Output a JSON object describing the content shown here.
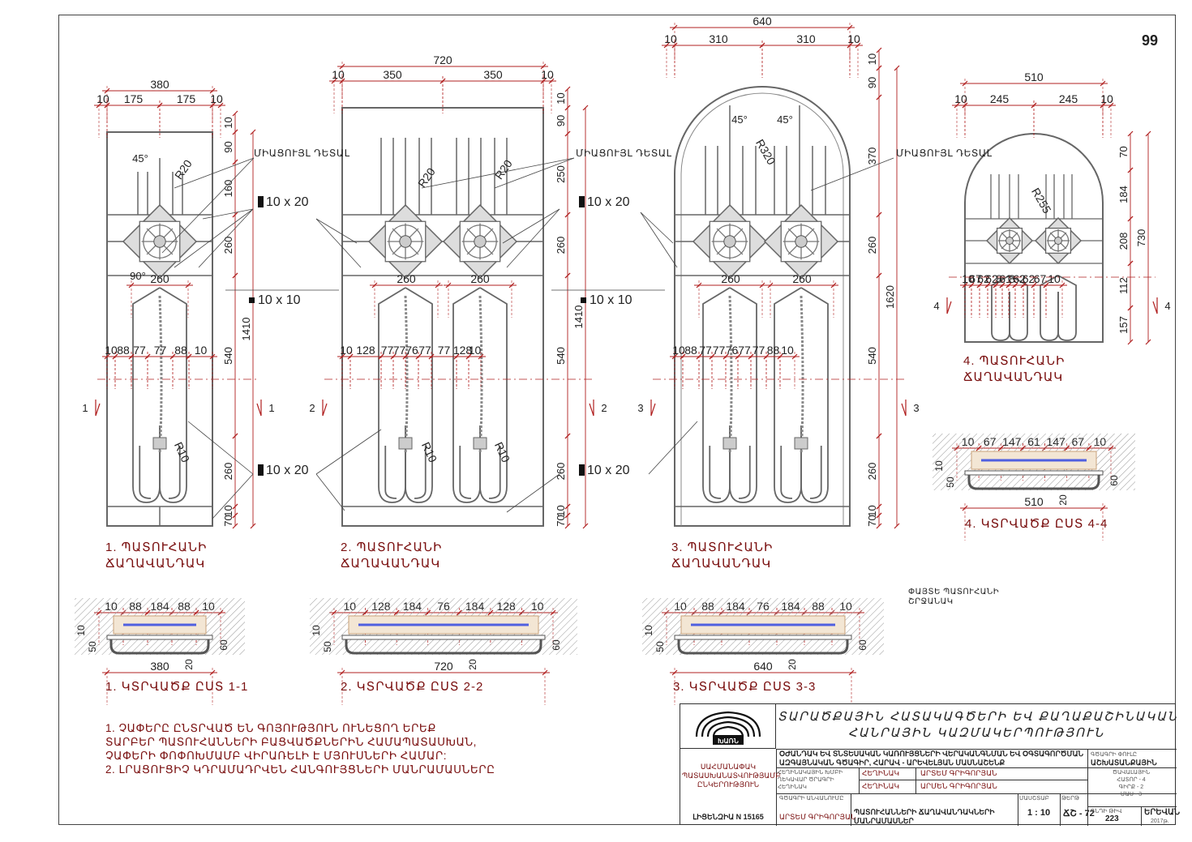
{
  "sheet_number": "99",
  "labels": {
    "mid_detail": "ՄԻԱՑՈՒՅԼ ԴԵՏԱԼ",
    "section_20": "10 x 20",
    "section_10": "10 x 10",
    "glass_note": "ՓԱՅՏԵ ՊԱՏՈՒՀԱՆԻ\nՇՐՋԱՆԱԿ"
  },
  "grilles": [
    {
      "caption": "1. ՊԱՏՈՒՀԱՆԻ\nՃԱՂԱՎԱՆԴԱԿ",
      "section_caption": "1. ԿՏՐՎԱԾՔ ԸՍՏ 1-1",
      "overall": "380",
      "halves": [
        "175",
        "175"
      ],
      "ends": [
        "10",
        "10",
        "10"
      ],
      "height": "1410",
      "bottom_dims": [
        "10",
        "88",
        "77",
        "77",
        "88",
        "10"
      ],
      "sect_dims": [
        "10",
        "88",
        "184",
        "88",
        "10"
      ],
      "sect_width": "380",
      "radius": "R20",
      "rod_radius": "R10",
      "cut": "1"
    },
    {
      "caption": "2. ՊԱՏՈՒՀԱՆԻ\nՃԱՂԱՎԱՆԴԱԿ",
      "section_caption": "2. ԿՏՐՎԱԾՔ ԸՍՏ 2-2",
      "overall": "720",
      "halves": [
        "350",
        "350"
      ],
      "ends": [
        "10",
        "10"
      ],
      "height": "1410",
      "bottom_dims": [
        "10",
        "128",
        "77",
        "77",
        "76",
        "77",
        "77",
        "128",
        "10"
      ],
      "sect_dims": [
        "10",
        "128",
        "184",
        "76",
        "184",
        "128",
        "10"
      ],
      "sect_width": "720",
      "radius": "R20",
      "rod_radius": "R10",
      "cut": "2"
    },
    {
      "caption": "3. ՊԱՏՈՒՀԱՆԻ\nՃԱՂԱՎԱՆԴԱԿ",
      "section_caption": "3. ԿՏՐՎԱԾՔ ԸՍՏ 3-3",
      "overall": "640",
      "halves": [
        "310",
        "310"
      ],
      "ends": [
        "10",
        "10"
      ],
      "height": "1620",
      "bottom_dims": [
        "10",
        "88",
        "77",
        "77",
        "76",
        "77",
        "77",
        "88",
        "10"
      ],
      "sect_dims": [
        "10",
        "88",
        "184",
        "76",
        "184",
        "88",
        "10"
      ],
      "sect_width": "640",
      "radius": "R320",
      "angle": "45°",
      "cut": "3"
    },
    {
      "caption": "4. ՊԱՏՈՒՀԱՆԻ\nՃԱՂԱՎԱՆԴԱԿ",
      "section_caption": "4. ԿՏՐՎԱԾՔ ԸՍՏ 4-4",
      "overall": "510",
      "halves": [
        "245",
        "245"
      ],
      "ends": [
        "10",
        "10"
      ],
      "height": "730",
      "bottom_dims": [
        "10",
        "67",
        "62",
        "62",
        "8",
        "61",
        "8",
        "62",
        "62",
        "67",
        "10"
      ],
      "sect_dims": [
        "10",
        "67",
        "147",
        "61",
        "147",
        "67",
        "10"
      ],
      "sect_width": "510",
      "radius": "R255",
      "cut": "4"
    }
  ],
  "vertical_dims": {
    "g1": [
      "10",
      "90",
      "160",
      "260",
      "540",
      "260",
      "10",
      "70"
    ],
    "g2": [
      "10",
      "90",
      "250",
      "260",
      "540",
      "260",
      "10",
      "70"
    ],
    "g3": [
      "10",
      "90",
      "370",
      "260",
      "540",
      "260",
      "10",
      "70"
    ],
    "g4": [
      "70",
      "184",
      "208",
      "112",
      "157"
    ]
  },
  "sect_small": [
    "10",
    "50",
    "20",
    "60"
  ],
  "notes": "1. ՉԱՓԵՐԸ ԸՆՏՐՎԱԾ ԵՆ ԳՈՅՈՒԹՅՈՒՆ ՈՒՆԵՑՈՂ ԵՐԵՔ\nՏԱՐԲԵՐ ՊԱՏՈՒՀԱՆՆԵՐԻ ԲԱՑՎԱԾՔՆԵՐԻՆ ՀԱՄԱՊԱՏԱՍԽԱՆ,\nՉԱՓԵՐԻ ՓՈՓՈԽՄԱՄԲ ՎԻՐԱՌԵԼԻ Է ՄՅՈՒՍՆԵՐԻ ՀԱՄԱՐ:\n2. ԼՐԱՑՈՒՑԻՉ ԿԴՐԱՄԱԴՐՎԵՆ ՀԱՆԳՈՒՅՑՆԵՐԻ ՄԱՆՐԱՄԱՍՆԵՐԸ",
  "title_block": {
    "logo_text": "ԽԱՌՆ",
    "institution": "ՏԱՐԱԾՔԱՅԻՆ ՀԱՏԱԿԱԳԾԵՐԻ ԵՎ ՔԱՂԱՔԱՇԻՆԱԿԱՆ\nՀԱՆՐԱՅԻՆ ԿԱԶՄԱԿԵՐՊՈՒԹՅՈՒՆ",
    "organization": "ՍԱՀՄԱՆԱՓԱԿ\nՊԱՏԱՍԽԱՆԱՏՎՈՒԹՅԱՄԲ\nԸՆԿԵՐՈՒԹՅՈՒՆ",
    "license": "ԼԻՑԵՆԶԻԱ N 15165",
    "project": "ՕԺԱՆԴԱԿ ԵՎ ՏՆՏԵՍԱԿԱՆ ԿԱՌՈՒՅՑՆԵՐԻ ՎԵՐԱԿԱՆԳՆՄԱՆ ԵՎ ՕԳՏԱԳՈՐԾՄԱՆ\nԱԶԳԱՅՆԱԿԱՆ ԳԾԱԳԻՐ, ՀԱՐԱՎ - ԱՐԵՎԵԼՅԱՆ ՄԱՍՆԱՇԵՆՔ",
    "roles_left": "ՀԵՂԻՆԱԿԱՅԻՆ ԽՄԲԻ\nՂԵԿԱՎԱՐ ԾՐԱԳՐԻ\nՀԵՂԻՆԱԿ",
    "role1": "ՀԵՂԻՆԱԿ",
    "name1": "ԱՐՏԵՄ ԳՐԻԳՈՐՅԱՆ",
    "role2": "ՀԵՂԻՆԱԿ",
    "name2": "ԱՐՄԵՆ ԳՐԻԳՈՐՅԱՆ",
    "chief": "ԱՐՏԵՄ ԳՐԻԳՈՐՅԱՆ",
    "drawing_label": "ԳԾԱԳՐԻ ԱՆՎԱՆՈՒՄԸ",
    "drawing_title": "ՊԱՏՈՒՀԱՆՆԵՐԻ ՃԱՂԱՎԱՆԴԱԿՆԵՐԻ\nՄԱՆՐԱՄԱՍՆԵՐ",
    "scale_label": "ՄԱՍՇՏԱԲ",
    "scale": "1 : 10",
    "sheet_label": "ԹԵՐԹ",
    "sheet": "ՃՇ - 72",
    "stage_label": "ԳԾԱԳՐԻ ՓՈՒԼԸ",
    "stage": "ԱՇԽԱՏԱՆՔԱՅԻՆ",
    "stage_detail": "ԾԱՎԱԼԱՅԻՆ\nՀԱՏՈՐ - 4\nԳԻՐՔ - 2\nՄԱՍ - 3",
    "number_label": "ԳՆԴԻ ԹԻՎ",
    "number": "223",
    "city": "ԵՐԵՎԱՆ",
    "year": "2017թ."
  }
}
